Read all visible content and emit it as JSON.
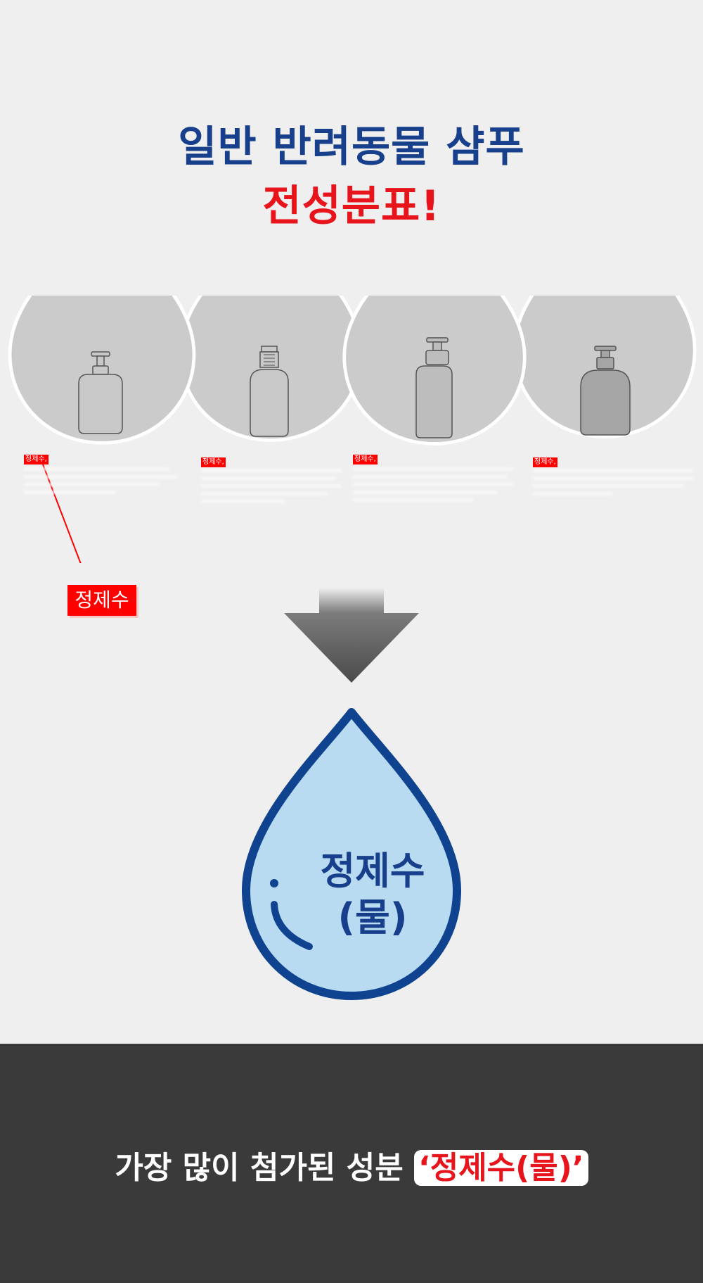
{
  "header": {
    "line1": "일반 반려동물 샴푸",
    "line2": "전성분표!"
  },
  "drops": {
    "ingredient_tag": "정제수,",
    "callout": "정제수"
  },
  "big_drop": {
    "line1": "정제수",
    "line2": "(물)"
  },
  "footer": {
    "prefix": "가장 많이 첨가된 성분 ",
    "highlight": "‘정제수(물)’"
  },
  "colors": {
    "navy": "#173f8c",
    "red": "#e8141b",
    "light_blue": "#b8dbf2",
    "dark_band": "#3a3a3a"
  }
}
